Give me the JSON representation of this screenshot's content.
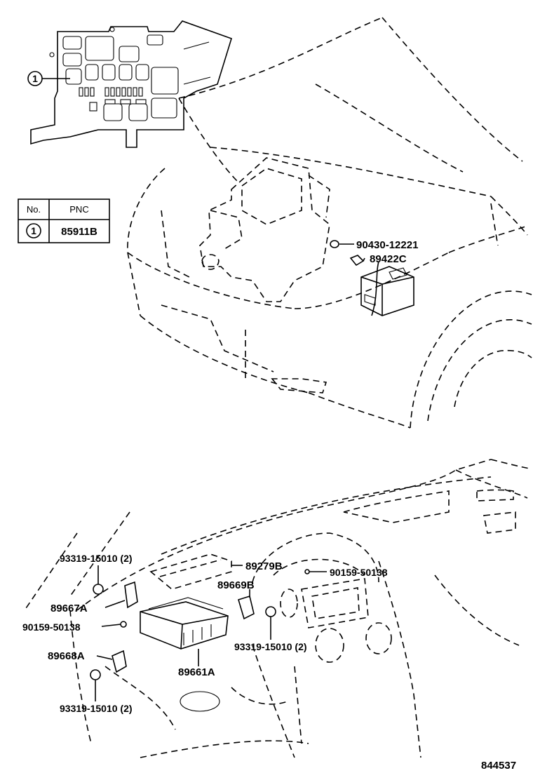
{
  "table": {
    "header_no": "No.",
    "header_pnc": "PNC",
    "rows": [
      {
        "no": "1",
        "pnc": "85911B"
      }
    ]
  },
  "callout_number": "1",
  "parts": {
    "p90430": "90430-12221",
    "p89422C": "89422C",
    "p93319_a": "93319-15010 (2)",
    "p89279B": "89279B",
    "p90159_a": "90159-50138",
    "p89669B": "89669B",
    "p89667A": "89667A",
    "p90159_b": "90159-50138",
    "p93319_b": "93319-15010 (2)",
    "p89668A": "89668A",
    "p89661A": "89661A",
    "p93319_c": "93319-15010 (2)"
  },
  "figure_number": "844537"
}
